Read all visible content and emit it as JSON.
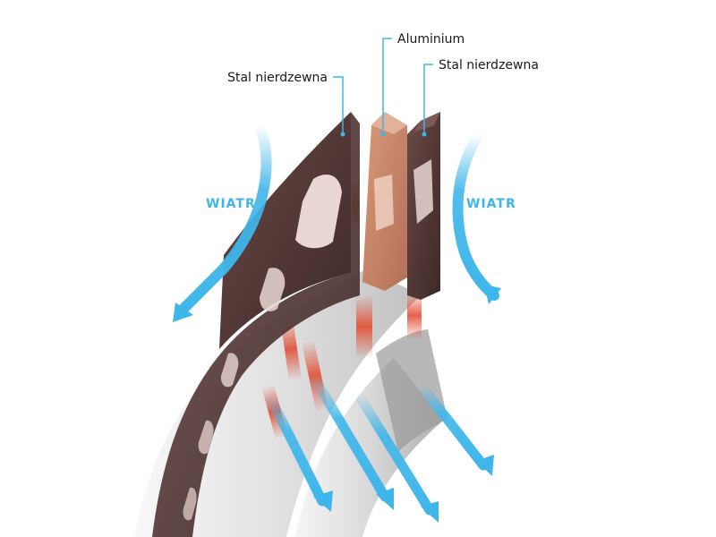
{
  "labels": {
    "left_steel": "Stal nierdzewna",
    "aluminium": "Aluminium",
    "right_steel": "Stal nierdzewna"
  },
  "wind": {
    "left": "WIATR",
    "right": "WIATR"
  },
  "colors": {
    "steel": "#5a3e3c",
    "steel_light": "#7a5a57",
    "aluminium": "#c9876c",
    "wind": "#3fb6ea",
    "heat": "#e2452a",
    "leader": "#3fb6ea"
  }
}
